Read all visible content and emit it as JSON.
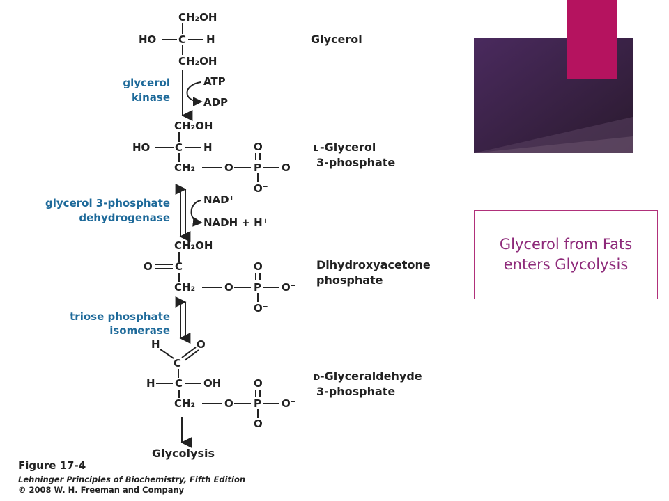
{
  "colors": {
    "accent_magenta": "#b5135f",
    "banner_purple": "#3b2347",
    "enzyme_blue": "#1e6a9a",
    "caption_text": "#8e2a7a"
  },
  "compounds": {
    "glycerol": {
      "name": "Glycerol",
      "top": "CH₂OH",
      "left_group": "HO",
      "right_group": "H",
      "bottom": "CH₂OH"
    },
    "glycerol_3_phosphate": {
      "name_prefix": "L",
      "name_line1": "-Glycerol",
      "name_line2": "3-phosphate",
      "top": "CH₂OH",
      "left_group": "HO",
      "right_group": "H",
      "bottom": "CH₂"
    },
    "dhap": {
      "name_line1": "Dihydroxyacetone",
      "name_line2": "phosphate",
      "top": "CH₂OH",
      "left_group": "O",
      "bottom": "CH₂"
    },
    "g3p": {
      "name_prefix": "D",
      "name_line1": "-Glyceraldehyde",
      "name_line2": "3-phosphate",
      "top_h": "H",
      "top_o": "O",
      "left_group": "H",
      "right_group": "OH",
      "bottom": "CH₂"
    }
  },
  "carbon": "C",
  "phosphate": {
    "o_link": "O",
    "p": "P",
    "o_top": "O",
    "o_right": "O⁻",
    "o_bottom": "O⁻"
  },
  "enzymes": {
    "kinase_line1": "glycerol",
    "kinase_line2": "kinase",
    "dehydrogenase_line1": "glycerol 3-phosphate",
    "dehydrogenase_line2": "dehydrogenase",
    "isomerase_line1": "triose phosphate",
    "isomerase_line2": "isomerase"
  },
  "cofactors": {
    "atp": "ATP",
    "adp": "ADP",
    "nad": "NAD⁺",
    "nadh": "NADH + H⁺"
  },
  "end_product": "Glycolysis",
  "caption": {
    "line1": "Glycerol from Fats",
    "line2": "enters Glycolysis"
  },
  "credit": {
    "figure": "Figure 17-4",
    "book": "Lehninger Principles of Biochemistry, Fifth Edition",
    "copyright": "© 2008 W. H. Freeman and Company"
  }
}
